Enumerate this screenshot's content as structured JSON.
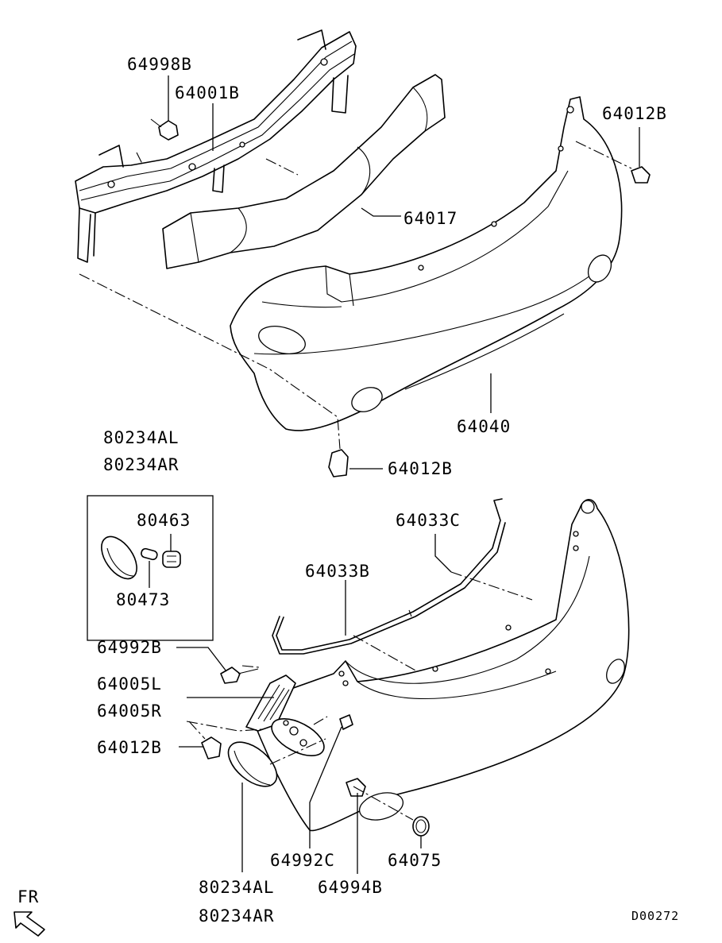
{
  "diagram": {
    "doc_code": "D00272",
    "front_marker": "FR",
    "labels": {
      "p64998B": "64998B",
      "p64001B": "64001B",
      "p64012B_top": "64012B",
      "p64017": "64017",
      "p64040": "64040",
      "p64012B_mid": "64012B",
      "p80234AL_box": "80234AL",
      "p80234AR_box": "80234AR",
      "p80463": "80463",
      "p80473": "80473",
      "p64033C": "64033C",
      "p64033B": "64033B",
      "p64992B": "64992B",
      "p64005L": "64005L",
      "p64005R": "64005R",
      "p64012B_low": "64012B",
      "p64992C": "64992C",
      "p64075": "64075",
      "p80234AL_bot": "80234AL",
      "p64994B": "64994B",
      "p80234AR_bot": "80234AR"
    }
  }
}
